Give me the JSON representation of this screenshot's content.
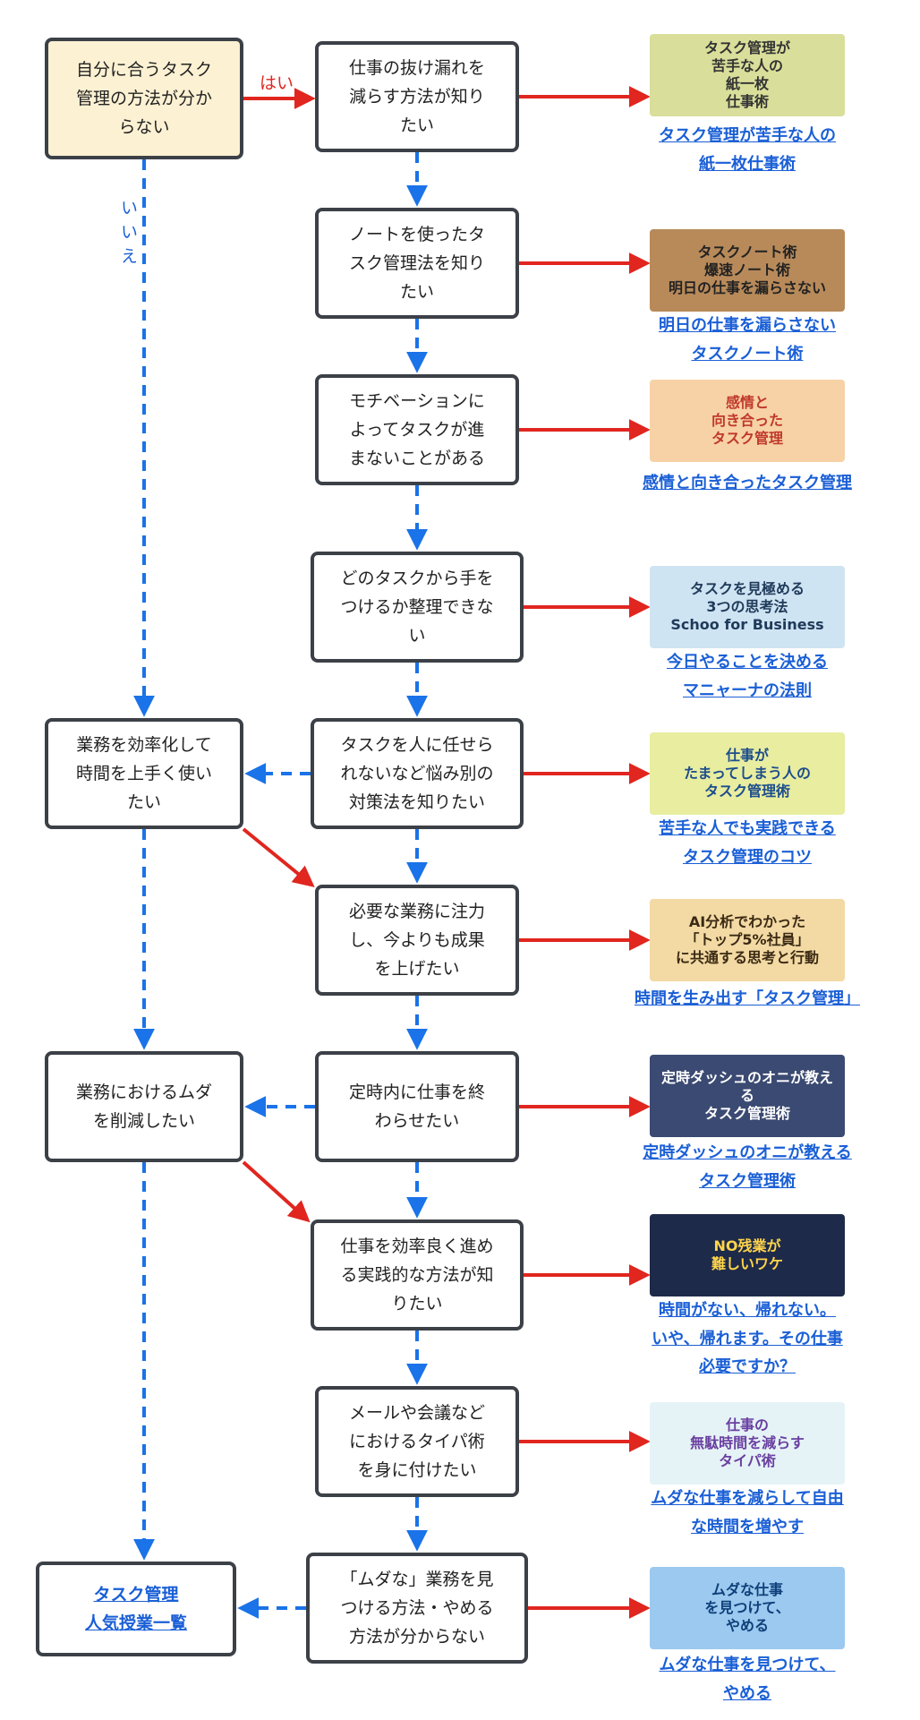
{
  "colors": {
    "yes_arrow": "#e0261f",
    "no_arrow": "#1a73e8",
    "link": "#1a5fd6",
    "start_fill": "#fdf1d3"
  },
  "labels": {
    "yes": "はい",
    "no": "いいえ"
  },
  "start": {
    "text": "自分に合うタスク\n管理の方法が分か\nらない"
  },
  "left_boxes": [
    {
      "text": "業務を効率化して\n時間を上手く使い\nたい"
    },
    {
      "text": "業務におけるムダ\nを削減したい"
    }
  ],
  "final_link": {
    "text": "タスク管理\n人気授業一覧"
  },
  "questions": [
    {
      "text": "仕事の抜け漏れを\n減らす方法が知り\nたい"
    },
    {
      "text": "ノートを使ったタ\nスク管理法を知り\nたい"
    },
    {
      "text": "モチベーションに\nよってタスクが進\nまないことがある"
    },
    {
      "text": "どのタスクから手を\nつけるか整理できな\nい"
    },
    {
      "text": "タスクを人に任せら\nれないなど悩み別の\n対策法を知りたい"
    },
    {
      "text": "必要な業務に注力\nし、今よりも成果\nを上げたい"
    },
    {
      "text": "定時内に仕事を終\nわらせたい"
    },
    {
      "text": "仕事を効率良く進め\nる実践的な方法が知\nりたい"
    },
    {
      "text": "メールや会議など\nにおけるタイパ術\nを身に付けたい"
    },
    {
      "text": "「ムダな」業務を見\nつける方法・やめる\n方法が分からない"
    }
  ],
  "results": [
    {
      "caption": "タスク管理が苦手な人の\n紙一枚仕事術",
      "thumb_text": "タスク管理が\n苦手な人の\n紙一枚\n仕事術",
      "bg": "#d9de9a",
      "fg": "#333333"
    },
    {
      "caption": "明日の仕事を漏らさない\nタスクノート術",
      "thumb_text": "タスクノート術\n爆速ノート術\n明日の仕事を漏らさない",
      "bg": "#b88a5a",
      "fg": "#222222"
    },
    {
      "caption": "感情と向き合ったタスク管理",
      "thumb_text": "感情と\n向き合った\nタスク管理",
      "bg": "#f7d2a6",
      "fg": "#c0392b"
    },
    {
      "caption": "今日やることを決める\nマニャーナの法則",
      "thumb_text": "タスクを見極める\n3つの思考法\nSchoo for Business",
      "bg": "#cfe4f2",
      "fg": "#1f3a5a"
    },
    {
      "caption": "苦手な人でも実践できる\nタスク管理のコツ",
      "thumb_text": "仕事が\nたまってしまう人の\nタスク管理術",
      "bg": "#e8eda0",
      "fg": "#1d4d8c"
    },
    {
      "caption": "時間を生み出す「タスク管理」",
      "thumb_text": "AI分析でわかった\n「トップ5%社員」\nに共通する思考と行動",
      "bg": "#f3d9a3",
      "fg": "#3a2a14"
    },
    {
      "caption": "定時ダッシュのオニが教える\nタスク管理術",
      "thumb_text": "定時ダッシュのオニが教える\nタスク管理術",
      "bg": "#3b4a72",
      "fg": "#ffffff"
    },
    {
      "caption": "時間がない、帰れない。\nいや、帰れます。その仕事\n必要ですか？",
      "thumb_text": "NO残業が\n難しいワケ",
      "bg": "#1e2a4a",
      "fg": "#ffd54a"
    },
    {
      "caption": "ムダな仕事を減らして自由\nな時間を増やす",
      "thumb_text": "仕事の\n無駄時間を減らす\nタイパ術",
      "bg": "#e5f3f7",
      "fg": "#6a3fa0"
    },
    {
      "caption": "ムダな仕事を見つけて、\nやめる",
      "thumb_text": "ムダな仕事\nを見つけて、\nやめる",
      "bg": "#9cc9ef",
      "fg": "#0e3f7a"
    }
  ]
}
